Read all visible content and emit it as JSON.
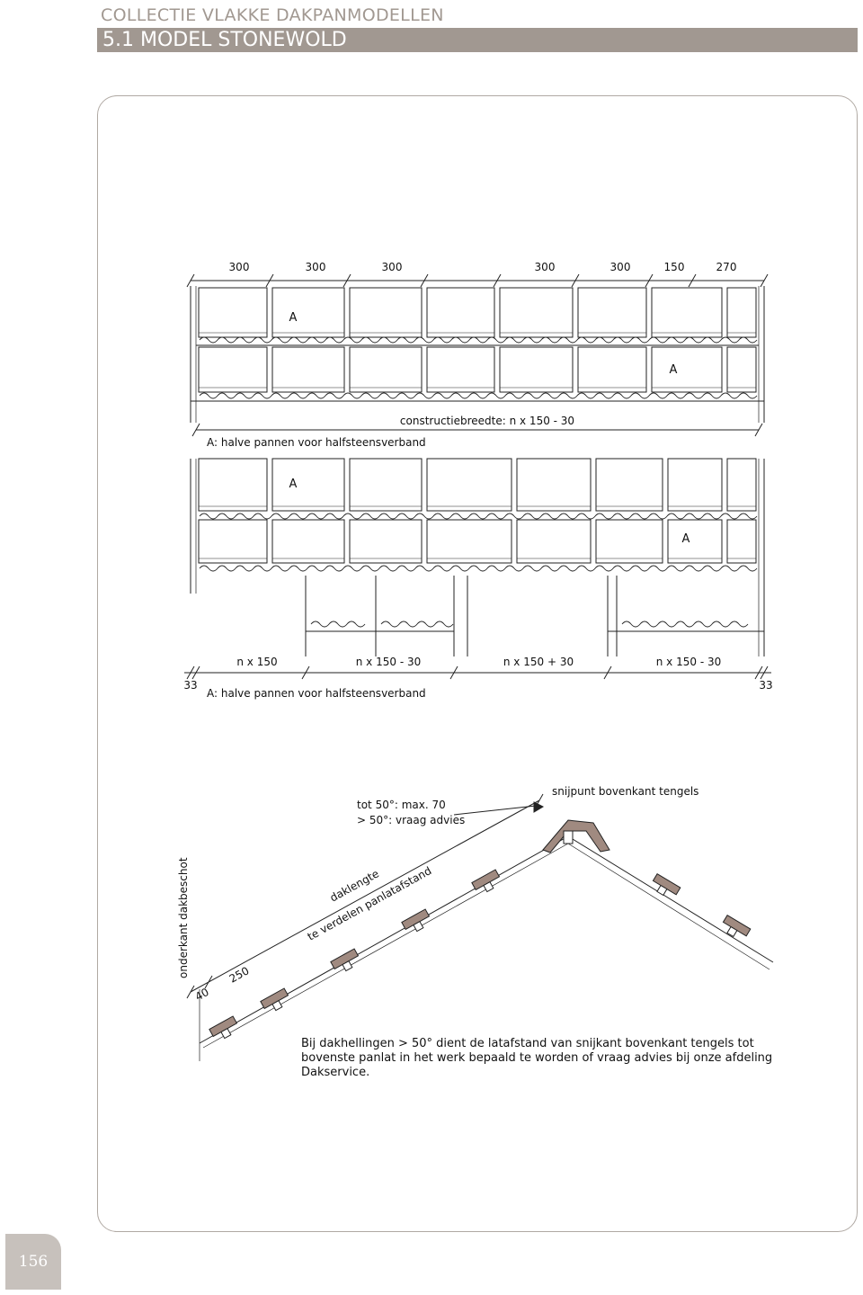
{
  "header": {
    "collection": "COLLECTIE VLAKKE DAKPANMODELLEN",
    "section": "5.1 MODEL STONEWOLD"
  },
  "plan_top": {
    "dims": [
      "300",
      "300",
      "300",
      "300",
      "300",
      "150",
      "270"
    ],
    "label_a": "A",
    "width_label": "constructiebreedte: n x 150 - 30",
    "caption": "A: halve pannen voor halfsteensverband"
  },
  "plan_bottom": {
    "label_a": "A",
    "dims": [
      "n x 150",
      "n x 150 - 30",
      "n x 150 + 30",
      "n x 150 - 30"
    ],
    "edge_left": "33",
    "edge_right": "33",
    "caption": "A: halve pannen voor halfsteensverband"
  },
  "section": {
    "angle_line1": "tot 50°: max. 70",
    "angle_line2": "> 50°: vraag advies",
    "ridge_label": "snijpunt bovenkant tengels",
    "vertical_label": "onderkant dakbeschot",
    "length_label": "daklengte",
    "spacing_label": "te verdelen panlatafstand",
    "dim_40": "40",
    "dim_250": "250"
  },
  "note": "Bij dakhellingen > 50° dient de latafstand van snijkant bovenkant tengels tot bovenste panlat in het werk bepaald te worden of vraag advies bij onze afdeling Dakservice.",
  "page_number": "156",
  "colors": {
    "accent": "#a19891",
    "page_tab": "#c7c1bc",
    "tile_fill": "#a08a80"
  }
}
